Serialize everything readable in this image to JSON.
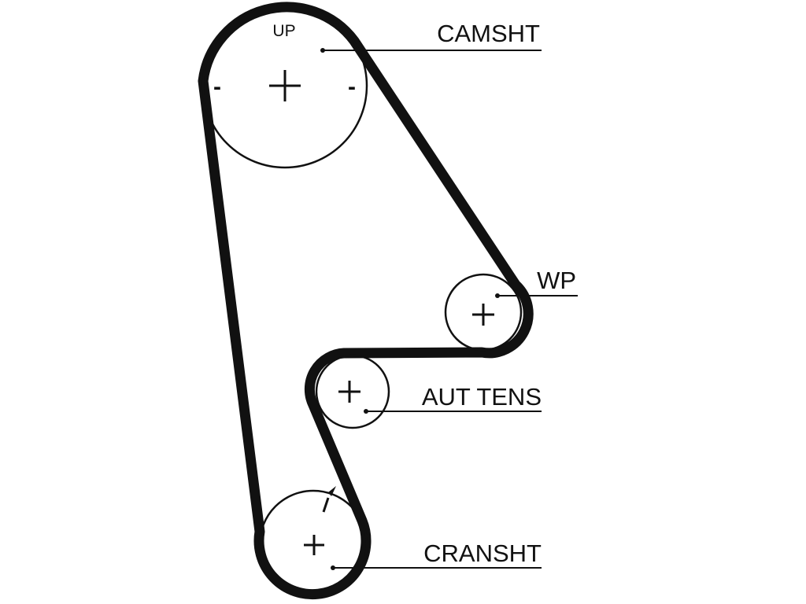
{
  "diagram": {
    "type": "timing-belt-routing",
    "colors": {
      "belt": "#111111",
      "pulley": "#111111",
      "background": "#ffffff"
    },
    "pulleys": [
      {
        "id": "camshaft",
        "label": "CAMSHT",
        "top_marker": "UP",
        "side_markers": [
          "-",
          "-"
        ]
      },
      {
        "id": "water-pump",
        "label": "WP"
      },
      {
        "id": "auto-tensioner",
        "label": "AUT TENS"
      },
      {
        "id": "crankshaft",
        "label": "CRANSHT",
        "timing_mark": "notch"
      }
    ]
  }
}
